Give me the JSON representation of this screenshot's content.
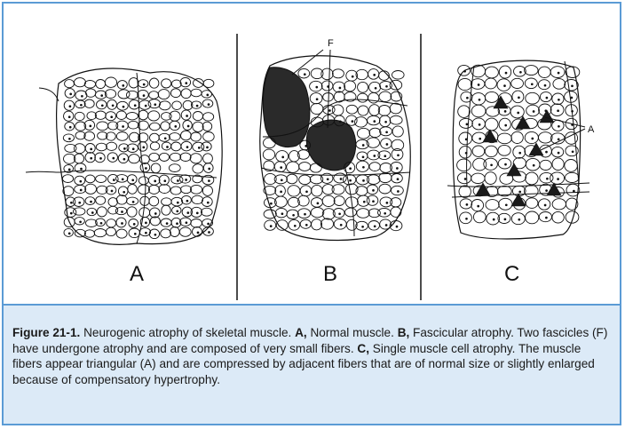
{
  "figure": {
    "panels": [
      {
        "label": "A",
        "description": "Normal muscle"
      },
      {
        "label": "B",
        "description": "Fascicular atrophy"
      },
      {
        "label": "C",
        "description": "Single muscle cell atrophy"
      }
    ],
    "annotations": {
      "fascicle_marker": "F",
      "atrophic_fiber_marker": "A"
    }
  },
  "caption": {
    "figure_id": "Figure 21-1.",
    "title": " Neurogenic atrophy of skeletal muscle. ",
    "a_label": "A,",
    "a_text": " Normal muscle. ",
    "b_label": "B,",
    "b_text": " Fascicular atrophy. Two fascicles (F) have undergone atrophy and are composed of very small fibers. ",
    "c_label": "C,",
    "c_text": " Single muscle cell atrophy. The muscle fibers appear triangular (A) and are compressed by adjacent fibers that are of normal size or slightly enlarged because of compensatory hypertrophy."
  },
  "colors": {
    "border": "#5b9bd5",
    "caption_bg": "#dceaf7",
    "ink": "#111111"
  }
}
